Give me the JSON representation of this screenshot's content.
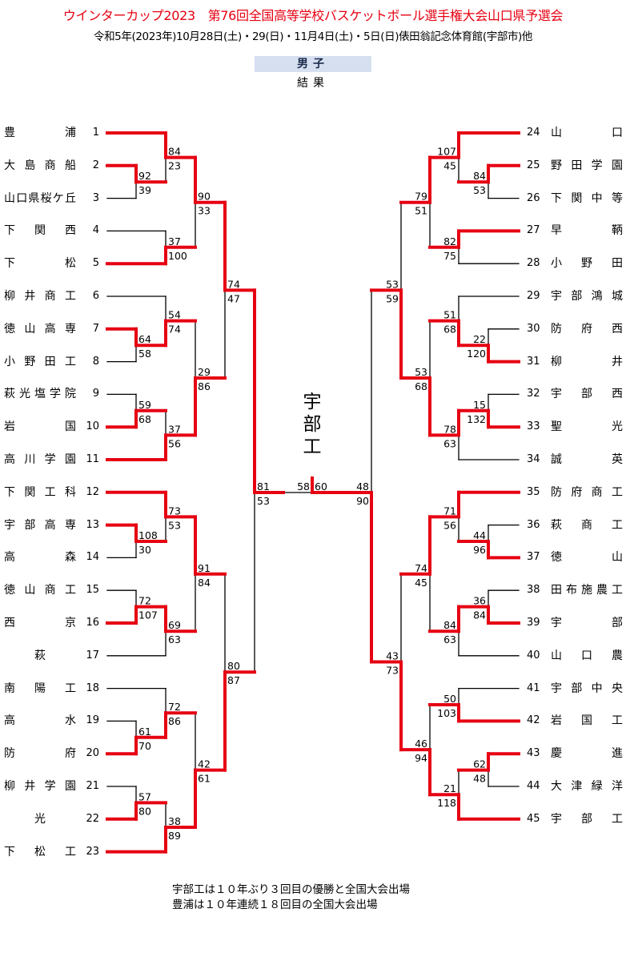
{
  "header": {
    "title": "ウインターカップ2023　第76回全国高等学校バスケットボール選手権大会山口県予選会",
    "subtitle": "令和5年(2023年)10月28日(土)・29(日)・11月4日(土)・5日(日)俵田翁記念体育館(宇部市)他",
    "division": "男子",
    "results_label": "結果"
  },
  "colors": {
    "winner_line": "#e60012",
    "loser_line": "#000000",
    "title": "#e60012",
    "division_bg": "#d6dff0"
  },
  "teams_left": [
    {
      "no": "1",
      "name": "豊浦"
    },
    {
      "no": "2",
      "name": "大島商船"
    },
    {
      "no": "3",
      "name": "山口県桜ケ丘"
    },
    {
      "no": "4",
      "name": "下関西"
    },
    {
      "no": "5",
      "name": "下松"
    },
    {
      "no": "6",
      "name": "柳井商工"
    },
    {
      "no": "7",
      "name": "徳山高専"
    },
    {
      "no": "8",
      "name": "小野田工"
    },
    {
      "no": "9",
      "name": "萩光塩学院"
    },
    {
      "no": "10",
      "name": "岩国"
    },
    {
      "no": "11",
      "name": "高川学園"
    },
    {
      "no": "12",
      "name": "下関工科"
    },
    {
      "no": "13",
      "name": "宇部高専"
    },
    {
      "no": "14",
      "name": "高森"
    },
    {
      "no": "15",
      "name": "徳山商工"
    },
    {
      "no": "16",
      "name": "西京"
    },
    {
      "no": "17",
      "name": "萩"
    },
    {
      "no": "18",
      "name": "南陽工"
    },
    {
      "no": "19",
      "name": "高水"
    },
    {
      "no": "20",
      "name": "防府"
    },
    {
      "no": "21",
      "name": "柳井学園"
    },
    {
      "no": "22",
      "name": "光"
    },
    {
      "no": "23",
      "name": "下松工"
    }
  ],
  "teams_right": [
    {
      "no": "24",
      "name": "山口"
    },
    {
      "no": "25",
      "name": "野田学園"
    },
    {
      "no": "26",
      "name": "下関中等"
    },
    {
      "no": "27",
      "name": "早鞆"
    },
    {
      "no": "28",
      "name": "小野田"
    },
    {
      "no": "29",
      "name": "宇部鴻城"
    },
    {
      "no": "30",
      "name": "防府西"
    },
    {
      "no": "31",
      "name": "柳井"
    },
    {
      "no": "32",
      "name": "宇部西"
    },
    {
      "no": "33",
      "name": "聖光"
    },
    {
      "no": "34",
      "name": "誠英"
    },
    {
      "no": "35",
      "name": "防府商工"
    },
    {
      "no": "36",
      "name": "萩商工"
    },
    {
      "no": "37",
      "name": "徳山"
    },
    {
      "no": "38",
      "name": "田布施農工"
    },
    {
      "no": "39",
      "name": "宇部"
    },
    {
      "no": "40",
      "name": "山口農"
    },
    {
      "no": "41",
      "name": "宇部中央"
    },
    {
      "no": "42",
      "name": "岩国工"
    },
    {
      "no": "43",
      "name": "慶進"
    },
    {
      "no": "44",
      "name": "大津緑洋"
    },
    {
      "no": "45",
      "name": "宇部工"
    }
  ],
  "bracket_left": {
    "m": [
      {
        "m": [
          {
            "m": [
              {
                "m": [
                  {
                    "t": 0
                  },
                  {
                    "m": [
                      {
                        "t": 1
                      },
                      {
                        "t": 2
                      }
                    ],
                    "s": [
                      92,
                      39
                    ]
                  }
                ],
                "s": [
                  84,
                  23
                ]
              },
              {
                "m": [
                  {
                    "t": 3
                  },
                  {
                    "t": 4
                  }
                ],
                "s": [
                  37,
                  100
                ]
              }
            ],
            "s": [
              90,
              33
            ]
          },
          {
            "m": [
              {
                "m": [
                  {
                    "t": 5
                  },
                  {
                    "m": [
                      {
                        "t": 6
                      },
                      {
                        "t": 7
                      }
                    ],
                    "s": [
                      64,
                      58
                    ]
                  }
                ],
                "s": [
                  54,
                  74
                ]
              },
              {
                "m": [
                  {
                    "m": [
                      {
                        "t": 8
                      },
                      {
                        "t": 9
                      }
                    ],
                    "s": [
                      59,
                      68
                    ]
                  },
                  {
                    "t": 10
                  }
                ],
                "s": [
                  37,
                  56
                ]
              }
            ],
            "s": [
              29,
              86
            ]
          }
        ],
        "s": [
          74,
          47
        ]
      },
      {
        "m": [
          {
            "m": [
              {
                "m": [
                  {
                    "t": 11
                  },
                  {
                    "m": [
                      {
                        "t": 12
                      },
                      {
                        "t": 13
                      }
                    ],
                    "s": [
                      108,
                      30
                    ]
                  }
                ],
                "s": [
                  73,
                  53
                ]
              },
              {
                "m": [
                  {
                    "m": [
                      {
                        "t": 14
                      },
                      {
                        "t": 15
                      }
                    ],
                    "s": [
                      72,
                      107
                    ]
                  },
                  {
                    "t": 16
                  }
                ],
                "s": [
                  69,
                  63
                ]
              }
            ],
            "s": [
              91,
              84
            ]
          },
          {
            "m": [
              {
                "m": [
                  {
                    "t": 17
                  },
                  {
                    "m": [
                      {
                        "t": 18
                      },
                      {
                        "t": 19
                      }
                    ],
                    "s": [
                      61,
                      70
                    ]
                  }
                ],
                "s": [
                  72,
                  86
                ]
              },
              {
                "m": [
                  {
                    "m": [
                      {
                        "t": 20
                      },
                      {
                        "t": 21
                      }
                    ],
                    "s": [
                      57,
                      80
                    ]
                  },
                  {
                    "t": 22
                  }
                ],
                "s": [
                  38,
                  89
                ]
              }
            ],
            "s": [
              42,
              61
            ]
          }
        ],
        "s": [
          80,
          87
        ]
      }
    ],
    "s": [
      81,
      53
    ]
  },
  "bracket_right": {
    "m": [
      {
        "m": [
          {
            "m": [
              {
                "m": [
                  {
                    "t": 0
                  },
                  {
                    "m": [
                      {
                        "t": 1
                      },
                      {
                        "t": 2
                      }
                    ],
                    "s": [
                      84,
                      53
                    ]
                  }
                ],
                "s": [
                  107,
                  45
                ]
              },
              {
                "m": [
                  {
                    "t": 3
                  },
                  {
                    "t": 4
                  }
                ],
                "s": [
                  82,
                  75
                ]
              }
            ],
            "s": [
              79,
              51
            ]
          },
          {
            "m": [
              {
                "m": [
                  {
                    "t": 5
                  },
                  {
                    "m": [
                      {
                        "t": 6
                      },
                      {
                        "t": 7
                      }
                    ],
                    "s": [
                      22,
                      120
                    ]
                  }
                ],
                "s": [
                  51,
                  68
                ]
              },
              {
                "m": [
                  {
                    "m": [
                      {
                        "t": 8
                      },
                      {
                        "t": 9
                      }
                    ],
                    "s": [
                      15,
                      132
                    ]
                  },
                  {
                    "t": 10
                  }
                ],
                "s": [
                  78,
                  63
                ]
              }
            ],
            "s": [
              53,
              68
            ]
          }
        ],
        "s": [
          53,
          59
        ]
      },
      {
        "m": [
          {
            "m": [
              {
                "m": [
                  {
                    "t": 11
                  },
                  {
                    "m": [
                      {
                        "t": 12
                      },
                      {
                        "t": 13
                      }
                    ],
                    "s": [
                      44,
                      96
                    ]
                  }
                ],
                "s": [
                  71,
                  56
                ]
              },
              {
                "m": [
                  {
                    "m": [
                      {
                        "t": 14
                      },
                      {
                        "t": 15
                      }
                    ],
                    "s": [
                      36,
                      84
                    ]
                  },
                  {
                    "t": 16
                  }
                ],
                "s": [
                  84,
                  63
                ]
              }
            ],
            "s": [
              74,
              45
            ]
          },
          {
            "m": [
              {
                "m": [
                  {
                    "t": 17
                  },
                  {
                    "t": 18
                  }
                ],
                "s": [
                  50,
                  103
                ]
              },
              {
                "m": [
                  {
                    "m": [
                      {
                        "t": 19
                      },
                      {
                        "t": 20
                      }
                    ],
                    "s": [
                      62,
                      48
                    ]
                  },
                  {
                    "t": 21
                  }
                ],
                "s": [
                  21,
                  118
                ]
              }
            ],
            "s": [
              46,
              94
            ]
          }
        ],
        "s": [
          43,
          73
        ]
      }
    ],
    "s": [
      48,
      90
    ]
  },
  "final": {
    "left_score": 58,
    "right_score": 60
  },
  "champion": "宇部工",
  "notes": [
    "宇部工は１０年ぶり３回目の優勝と全国大会出場",
    "豊浦は１０年連続１８回目の全国大会出場"
  ]
}
